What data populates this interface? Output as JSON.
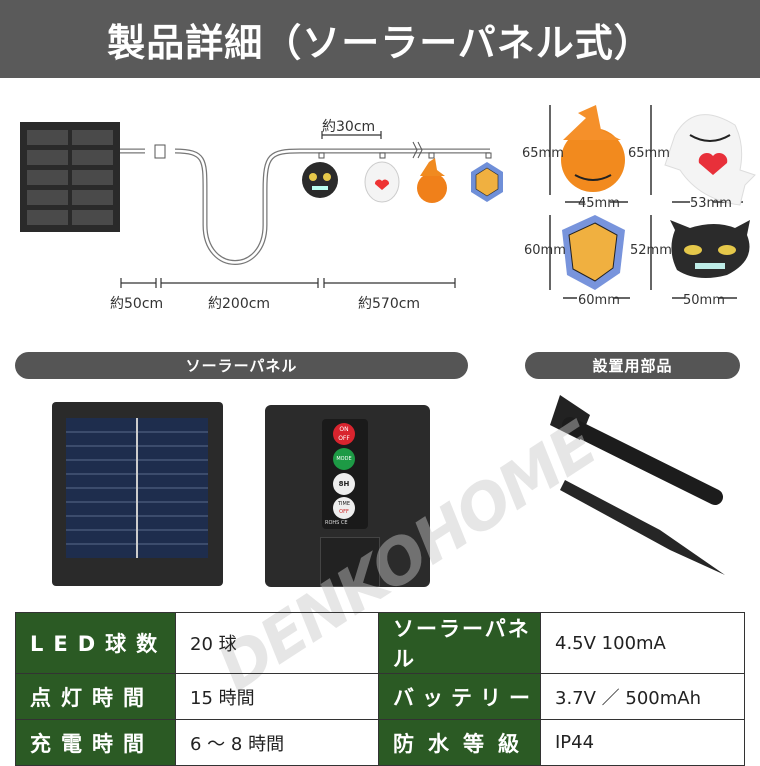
{
  "header": {
    "title": "製品詳細（ソーラーパネル式）"
  },
  "diagram": {
    "spacing": "約30cm",
    "lengths": [
      "約50cm",
      "約200cm",
      "約570cm"
    ]
  },
  "sizes": [
    {
      "name": "pumpkin",
      "height": "65mm",
      "width": "45mm"
    },
    {
      "name": "ghost",
      "height": "65mm",
      "width": "53mm"
    },
    {
      "name": "spiderweb",
      "height": "60mm",
      "width": "60mm"
    },
    {
      "name": "cat",
      "height": "52mm",
      "width": "50mm"
    }
  ],
  "sections": {
    "solar": "ソーラーパネル",
    "parts": "設置用部品"
  },
  "controller": {
    "on": "ON",
    "off": "OFF",
    "mode": "MODE",
    "timer": "8H",
    "time": "TIME",
    "time_off": "OFF",
    "marks": "ROHS CE"
  },
  "watermark": "DENKOHOME",
  "specs": [
    {
      "label": "LED球数",
      "value": "20 球",
      "label2": "ソーラーパネル",
      "value2": "4.5V 100mA"
    },
    {
      "label": "点灯時間",
      "value": "15 時間",
      "label2": "バッテリー",
      "value2": "3.7V ／ 500mAh"
    },
    {
      "label": "充電時間",
      "value": "6 ～ 8 時間",
      "label2": "防水等級",
      "value2": "IP44"
    }
  ],
  "colors": {
    "header": "#5a5a5a",
    "label_bg": "#2b5a24",
    "pill": "#555555"
  }
}
